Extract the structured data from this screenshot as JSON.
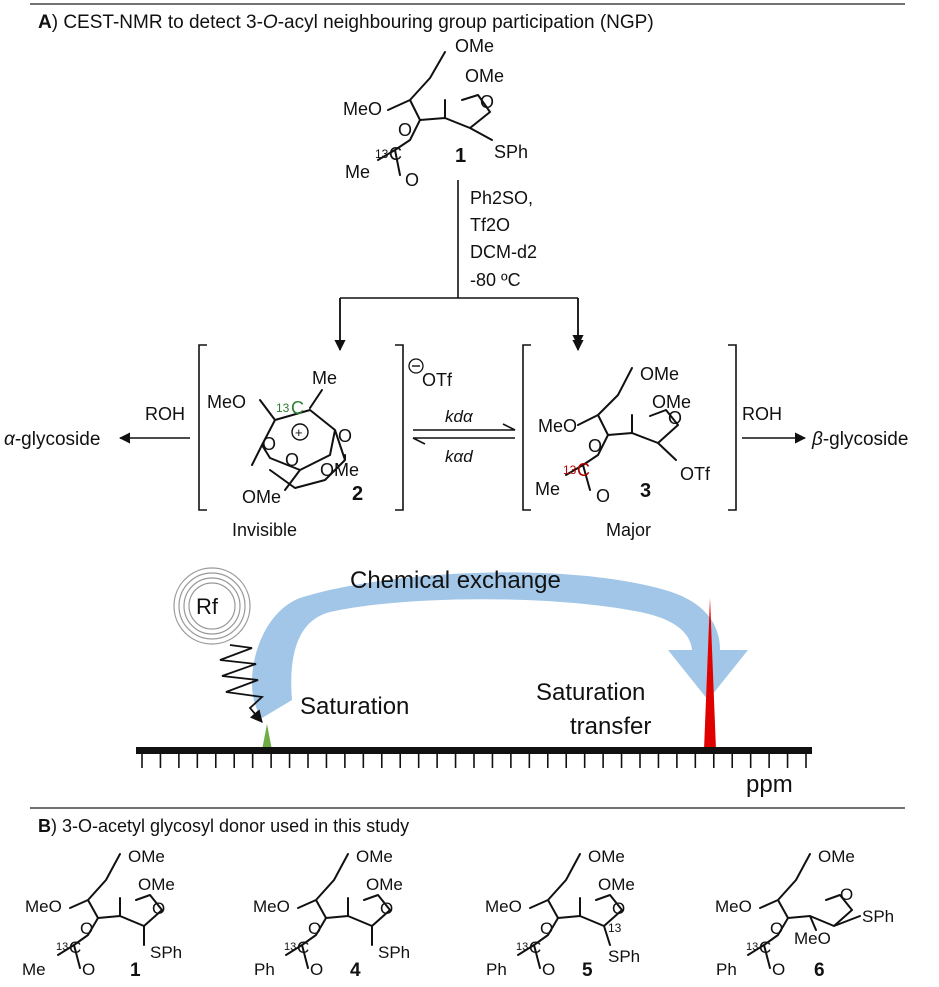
{
  "section_a": {
    "letter": "A",
    "title": ") CEST-NMR to detect 3-",
    "title_italic": "O",
    "title_rest": "-acyl neighbouring group participation (NGP)"
  },
  "compound_1": {
    "number": "1",
    "labels": {
      "ome_top": "OMe",
      "ome_ring": "OMe",
      "meo": "MeO",
      "ring_o": "O",
      "ester_o": "O",
      "c13": "13",
      "c": "C",
      "me": "Me",
      "carbonyl_o": "O",
      "sph": "SPh"
    }
  },
  "conditions": {
    "line1": "Ph2SO,",
    "line2": "Tf2O",
    "line3": "DCM-d2",
    "line4": "-80 ºC"
  },
  "intermediate_2": {
    "number": "2",
    "caption": "Invisible",
    "counterion": "OTf",
    "labels": {
      "me": "Me",
      "meo": "MeO",
      "c13": "13",
      "c": "C",
      "plus": "+",
      "o1": "O",
      "o2": "O",
      "o3": "O",
      "ome_right": "OMe",
      "ome_bottom": "OMe"
    }
  },
  "equilibrium": {
    "k_forward": "kdα",
    "k_reverse": "kαd"
  },
  "intermediate_3": {
    "number": "3",
    "caption": "Major",
    "labels": {
      "ome_top": "OMe",
      "ome_ring": "OMe",
      "meo": "MeO",
      "ring_o": "O",
      "ester_o": "O",
      "c13": "13",
      "c": "C",
      "me": "Me",
      "carbonyl_o": "O",
      "otf": "OTf"
    }
  },
  "left_product": {
    "reagent": "ROH",
    "product_greek": "α",
    "product": "-glycoside"
  },
  "right_product": {
    "reagent": "ROH",
    "product_greek": "β",
    "product": "-glycoside"
  },
  "cest": {
    "rf_label": "Rf",
    "exchange_label": "Chemical exchange",
    "saturation_label": "Saturation",
    "transfer_label_1": "Saturation",
    "transfer_label_2": "transfer",
    "axis_unit": "ppm",
    "colors": {
      "arrow": "#9dc3e6",
      "saturation_peak": "#70ad47",
      "transfer_peak": "#e00000"
    }
  },
  "section_b": {
    "letter": "B",
    "title": ") 3-O-acetyl glycosyl donor used in this study"
  },
  "donors": [
    {
      "number": "1",
      "acyl": "Me",
      "leaving": "SPh",
      "labels": {
        "ome_top": "OMe",
        "ome_ring": "OMe",
        "meo": "MeO",
        "ring_o": "O",
        "ester_o": "O",
        "c13": "13",
        "c": "C",
        "carbonyl_o": "O"
      }
    },
    {
      "number": "4",
      "acyl": "Ph",
      "leaving": "SPh",
      "labels": {
        "ome_top": "OMe",
        "ome_ring": "OMe",
        "meo": "MeO",
        "ring_o": "O",
        "ester_o": "O",
        "c13": "13",
        "c": "C",
        "carbonyl_o": "O"
      }
    },
    {
      "number": "5",
      "acyl": "Ph",
      "leaving": "SPh",
      "anomeric": "13",
      "labels": {
        "ome_top": "OMe",
        "ome_ring": "OMe",
        "meo": "MeO",
        "ring_o": "O",
        "ester_o": "O",
        "c13": "13",
        "c": "C",
        "carbonyl_o": "O"
      }
    },
    {
      "number": "6",
      "acyl": "Ph",
      "leaving": "SPh",
      "labels": {
        "ome_top": "OMe",
        "ome_ring": "MeO",
        "meo": "MeO",
        "ring_o": "O",
        "ester_o": "O",
        "c13": "13",
        "c": "C",
        "carbonyl_o": "O"
      }
    }
  ]
}
